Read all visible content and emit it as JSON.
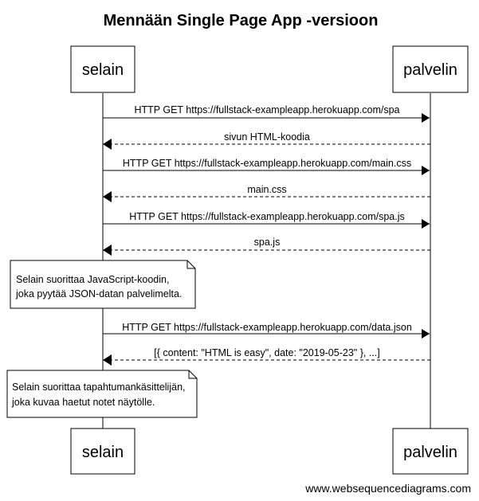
{
  "title": "Mennään Single Page App -versioon",
  "participants": {
    "client": "selain",
    "server": "palvelin"
  },
  "messages": [
    {
      "label": "HTTP GET https://fullstack-exampleapp.herokuapp.com/spa",
      "direction": "request"
    },
    {
      "label": "sivun HTML-koodia",
      "direction": "response"
    },
    {
      "label": "HTTP GET https://fullstack-exampleapp.herokuapp.com/main.css",
      "direction": "request"
    },
    {
      "label": "main.css",
      "direction": "response"
    },
    {
      "label": "HTTP GET https://fullstack-exampleapp.herokuapp.com/spa.js",
      "direction": "request"
    },
    {
      "label": "spa.js",
      "direction": "response"
    },
    {
      "label": "HTTP GET https://fullstack-exampleapp.herokuapp.com/data.json",
      "direction": "request"
    },
    {
      "label": "[{ content: \"HTML is easy\", date: \"2019-05-23\" }, ...]",
      "direction": "response"
    }
  ],
  "notes": [
    {
      "line1": "Selain suorittaa JavaScript-koodin,",
      "line2": "joka pyytää JSON-datan palvelimelta."
    },
    {
      "line1": "Selain suorittaa tapahtumankäsittelijän,",
      "line2": "joka kuvaa haetut notet näytölle."
    }
  ],
  "footer": "www.websequencediagrams.com"
}
